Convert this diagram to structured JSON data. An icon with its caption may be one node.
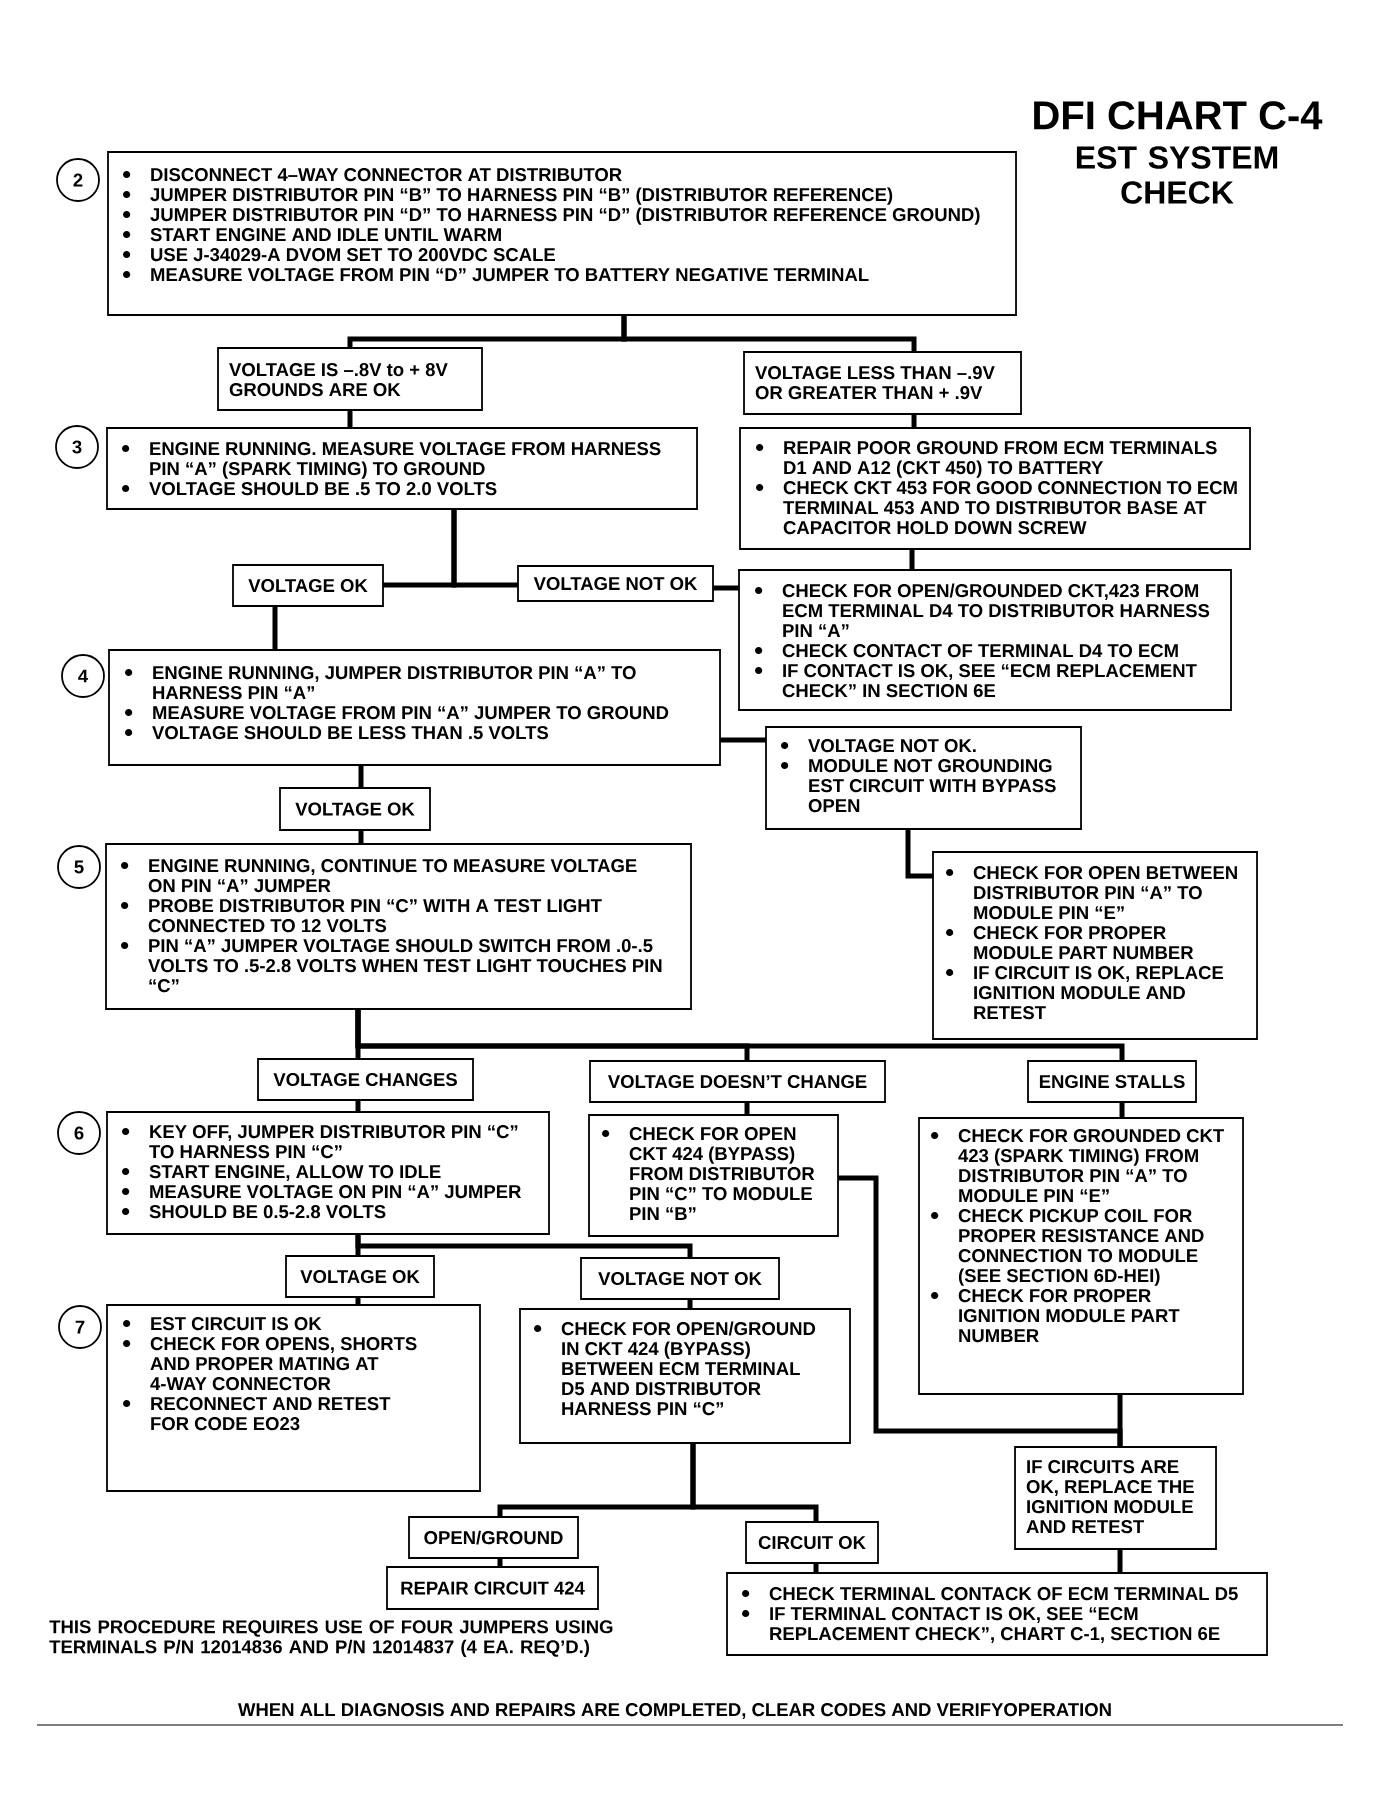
{
  "diagram": {
    "title": "DFI CHART C-4",
    "nodes": [
      {
        "text": [
          "2"
        ]
      },
      {
        "text": [
          "DISCONNECT 4–WAY CONNECTOR AT DISTRIBUTOR",
          "JUMPER DISTRIBUTOR PIN “B” TO HARNESS PIN “B” (DISTRIBUTOR REFERENCE)",
          "JUMPER DISTRIBUTOR PIN “D” TO HARNESS PIN “D” (DISTRIBUTOR REFERENCE GROUND)",
          "START ENGINE AND IDLE UNTIL WARM",
          "USE J-34029-A DVOM SET TO 200VDC SCALE",
          "MEASURE VOLTAGE FROM PIN “D” JUMPER TO BATTERY NEGATIVE TERMINAL"
        ]
      },
      {
        "text": [
          "VOLTAGE IS –.8V to + 8V",
          "GROUNDS ARE OK"
        ]
      },
      {
        "text": [
          "VOLTAGE LESS THAN –.9V OR GREATER THAN + .9V"
        ]
      },
      {
        "text": [
          "3"
        ]
      },
      {
        "text": [
          "ENGINE RUNNING. MEASURE VOLTAGE FROM HARNESS PIN “A” (SPARK TIMING) TO GROUND",
          "VOLTAGE SHOULD BE .5 TO 2.0 VOLTS"
        ]
      },
      {
        "text": [
          "REPAIR POOR GROUND FROM ECM TERMINALS D1 AND A12 (CKT 450) TO BATTERY",
          "CHECK CKT 453 FOR GOOD CONNECTION TO ECM TERMINAL 453 AND TO DISTRIBUTOR BASE AT CAPACITOR HOLD DOWN SCREW"
        ]
      },
      {
        "text": [
          "VOLTAGE OK"
        ]
      },
      {
        "text": [
          "VOLTAGE NOT OK"
        ]
      },
      {
        "text": [
          "CHECK FOR OPEN/GROUNDED CKT,423 FROM ECM TERMINAL D4 TO DISTRIBUTOR HARNESS PIN “A”",
          "CHECK CONTACT OF TERMINAL D4 TO ECM",
          "IF CONTACT IS OK, SEE “ECM REPLACEMENT CHECK” IN SECTION 6E"
        ]
      },
      {
        "text": [
          "4"
        ]
      },
      {
        "text": [
          "ENGINE RUNNING, JUMPER DISTRIBUTOR PIN “A” TO HARNESS PIN “A”",
          "MEASURE VOLTAGE FROM PIN “A” JUMPER TO GROUND",
          "VOLTAGE SHOULD BE LESS THAN .5 VOLTS"
        ]
      },
      {
        "text": [
          "VOLTAGE NOT OK.",
          "MODULE NOT GROUNDING EST CIRCUIT WITH BYPASS OPEN"
        ]
      },
      {
        "text": [
          "VOLTAGE OK"
        ]
      },
      {
        "text": [
          "5"
        ]
      },
      {
        "text": [
          "ENGINE RUNNING, CONTINUE TO MEASURE VOLTAGE ON PIN “A” JUMPER",
          "PROBE DISTRIBUTOR PIN “C” WITH A TEST LIGHT CONNECTED TO 12 VOLTS",
          "PIN “A” JUMPER VOLTAGE SHOULD SWITCH FROM .0-.5 VOLTS TO .5-2.8 VOLTS WHEN TEST LIGHT TOUCHES PIN “C”"
        ]
      },
      {
        "text": [
          "CHECK FOR OPEN BETWEEN DISTRIBUTOR PIN “A” TO MODULE PIN “E”",
          "CHECK FOR PROPER MODULE PART NUMBER",
          "IF CIRCUIT IS OK, REPLACE IGNITION MODULE AND RETEST"
        ]
      },
      {
        "text": [
          "VOLTAGE CHANGES"
        ]
      },
      {
        "text": [
          "VOLTAGE DOESN’T CHANGE"
        ]
      },
      {
        "text": [
          "ENGINE STALLS"
        ]
      },
      {
        "text": [
          "6"
        ]
      },
      {
        "text": [
          "KEY OFF, JUMPER DISTRIBUTOR PIN “C” TO HARNESS PIN “C”",
          "START ENGINE, ALLOW TO IDLE",
          "MEASURE VOLTAGE ON PIN “A” JUMPER",
          "SHOULD BE 0.5-2.8 VOLTS"
        ]
      },
      {
        "text": [
          "CHECK FOR OPEN CKT 424 (BYPASS) FROM DISTRIBUTOR PIN “C” TO MODULE PIN “B”"
        ]
      },
      {
        "text": [
          "CHECK FOR GROUNDED CKT 423 (SPARK TIMING) FROM DISTRIBUTOR PIN “A” TO MODULE PIN “E”",
          "CHECK PICKUP COIL FOR PROPER RESISTANCE AND CONNECTION TO MODULE (SEE SECTION 6D-HEI)",
          "CHECK FOR PROPER IGNITION MODULE PART NUMBER"
        ]
      },
      {
        "text": [
          "VOLTAGE OK"
        ]
      },
      {
        "text": [
          "VOLTAGE NOT OK"
        ]
      },
      {
        "text": [
          "7"
        ]
      },
      {
        "text": [
          "EST CIRCUIT IS OK",
          "CHECK FOR OPENS, SHORTS AND PROPER MATING AT 4-WAY CONNECTOR",
          "RECONNECT AND RETEST FOR CODE EO23"
        ]
      },
      {
        "text": [
          "CHECK FOR OPEN/GROUND IN CKT 424 (BYPASS) BETWEEN ECM TERMINAL D5 AND DISTRIBUTOR HARNESS PIN “C”"
        ]
      },
      {
        "text": [
          "IF CIRCUITS ARE OK, REPLACE THE IGNITION MODULE AND RETEST"
        ]
      },
      {
        "text": [
          "OPEN/GROUND"
        ]
      },
      {
        "text": [
          "CIRCUIT OK"
        ]
      },
      {
        "text": [
          "REPAIR CIRCUIT 424"
        ]
      },
      {
        "text": [
          "CHECK TERMINAL CONTACK OF ECM TERMINAL D5",
          "IF TERMINAL CONTACT IS OK, SEE “ECM REPLACEMENT CHECK”, CHART C-1, SECTION 6E"
        ]
      }
    ],
    "edges": [
      {
        "from": 1,
        "to": 2,
        "arrow": "none"
      },
      {
        "from": 1,
        "to": 3,
        "arrow": "none"
      },
      {
        "from": 2,
        "to": 5,
        "arrow": "none"
      },
      {
        "from": 3,
        "to": 6,
        "arrow": "none"
      },
      {
        "from": 6,
        "to": 9,
        "arrow": "none"
      },
      {
        "from": 5,
        "to": 7,
        "arrow": "none"
      },
      {
        "from": 5,
        "to": 8,
        "arrow": "none"
      },
      {
        "from": 8,
        "to": 9,
        "arrow": "none"
      },
      {
        "from": 7,
        "to": 11,
        "arrow": "none"
      },
      {
        "from": 11,
        "to": 12,
        "arrow": "none"
      },
      {
        "from": 12,
        "to": 16,
        "arrow": "none"
      },
      {
        "from": 11,
        "to": 13,
        "arrow": "none"
      },
      {
        "from": 13,
        "to": 15,
        "arrow": "none"
      },
      {
        "from": 15,
        "to": 17,
        "arrow": "none"
      },
      {
        "from": 15,
        "to": 18,
        "arrow": "none"
      },
      {
        "from": 15,
        "to": 19,
        "arrow": "none"
      },
      {
        "from": 17,
        "to": 21,
        "arrow": "none"
      },
      {
        "from": 18,
        "to": 22,
        "arrow": "none"
      },
      {
        "from": 19,
        "to": 23,
        "arrow": "none"
      },
      {
        "from": 21,
        "to": 24,
        "arrow": "none"
      },
      {
        "from": 21,
        "to": 25,
        "arrow": "none"
      },
      {
        "from": 24,
        "to": 27,
        "arrow": "none"
      },
      {
        "from": 25,
        "to": 28,
        "arrow": "none"
      },
      {
        "from": 22,
        "to": 29,
        "arrow": "none"
      },
      {
        "from": 23,
        "to": 29,
        "arrow": "none"
      },
      {
        "from": 28,
        "to": 30,
        "arrow": "none"
      },
      {
        "from": 28,
        "to": 31,
        "arrow": "none"
      },
      {
        "from": 30,
        "to": 32,
        "arrow": "none"
      },
      {
        "from": 31,
        "to": 33,
        "arrow": "none"
      },
      {
        "from": 29,
        "to": 33,
        "arrow": "none"
      }
    ],
    "labels": [
      "EST SYSTEM CHECK",
      "THIS PROCEDURE REQUIRES USE OF FOUR JUMPERS USING TERMINALS P/N 12014836 AND P/N 12014837 (4 EA. REQ’D.)",
      "WHEN ALL DIAGNOSIS AND REPAIRS ARE COMPLETED, CLEAR CODES AND VERIFYOPERATION"
    ]
  }
}
